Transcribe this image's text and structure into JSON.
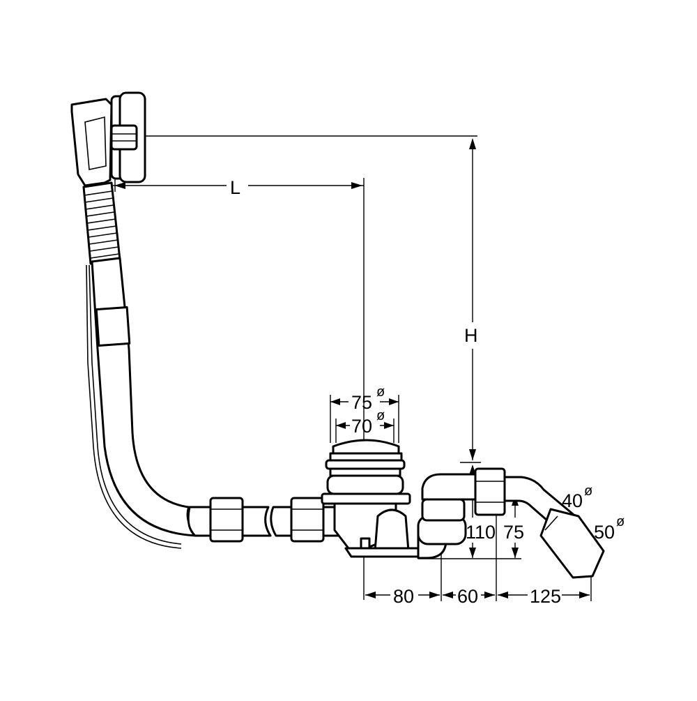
{
  "dimensions": {
    "length": "L",
    "height": "H",
    "outlet_outer": "75",
    "outlet_inner": "70",
    "diameter_symbol": "ø",
    "trap_height": "110",
    "connector_height": "75",
    "pipe_small": "40",
    "pipe_large": "50",
    "offset_a": "80",
    "offset_b": "60",
    "offset_c": "125"
  },
  "colors": {
    "line": "#000000",
    "background": "#ffffff"
  }
}
